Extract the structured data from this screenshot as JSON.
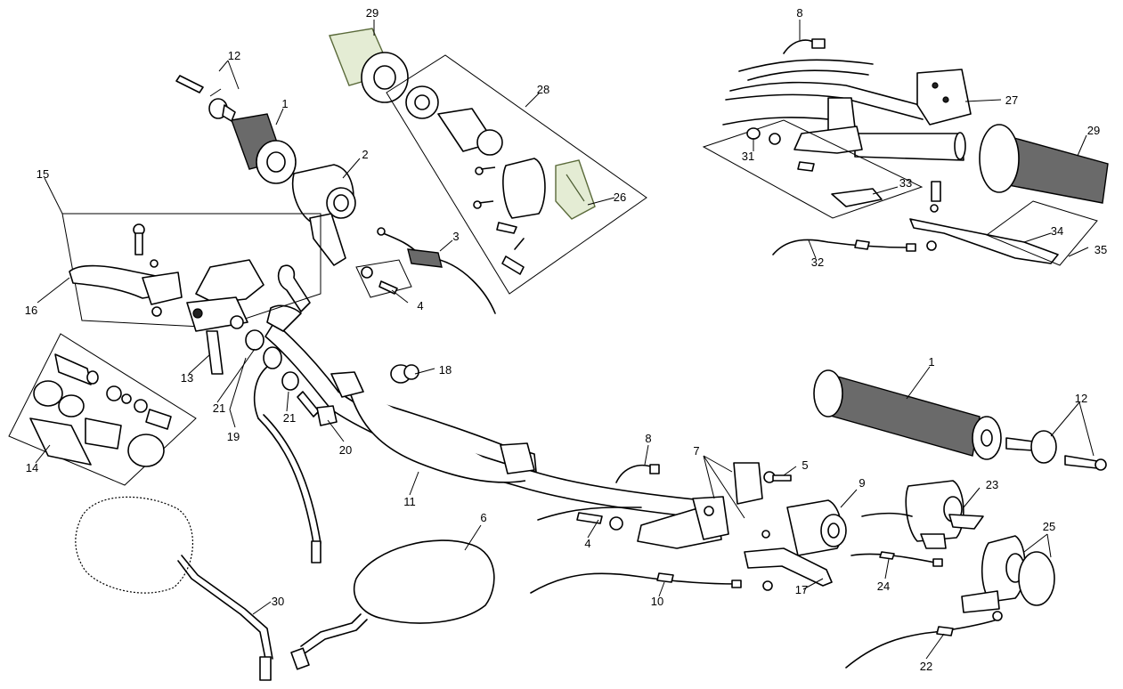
{
  "callouts": [
    {
      "id": "c1a",
      "text": "1"
    },
    {
      "id": "c2",
      "text": "2"
    },
    {
      "id": "c3",
      "text": "3"
    },
    {
      "id": "c4a",
      "text": "4"
    },
    {
      "id": "c12a",
      "text": "12"
    },
    {
      "id": "c13",
      "text": "13"
    },
    {
      "id": "c14",
      "text": "14"
    },
    {
      "id": "c15",
      "text": "15"
    },
    {
      "id": "c16",
      "text": "16"
    },
    {
      "id": "c18",
      "text": "18"
    },
    {
      "id": "c19",
      "text": "19"
    },
    {
      "id": "c20",
      "text": "20"
    },
    {
      "id": "c21a",
      "text": "21"
    },
    {
      "id": "c21b",
      "text": "21"
    },
    {
      "id": "c26",
      "text": "26"
    },
    {
      "id": "c28",
      "text": "28"
    },
    {
      "id": "c29a",
      "text": "29"
    },
    {
      "id": "c8a",
      "text": "8"
    },
    {
      "id": "c27",
      "text": "27"
    },
    {
      "id": "c29b",
      "text": "29"
    },
    {
      "id": "c31",
      "text": "31"
    },
    {
      "id": "c33",
      "text": "33"
    },
    {
      "id": "c34",
      "text": "34"
    },
    {
      "id": "c35",
      "text": "35"
    },
    {
      "id": "c32",
      "text": "32"
    },
    {
      "id": "c1b",
      "text": "1"
    },
    {
      "id": "c12b",
      "text": "12"
    },
    {
      "id": "c5",
      "text": "5"
    },
    {
      "id": "c7",
      "text": "7"
    },
    {
      "id": "c8b",
      "text": "8"
    },
    {
      "id": "c9",
      "text": "9"
    },
    {
      "id": "c4b",
      "text": "4"
    },
    {
      "id": "c6",
      "text": "6"
    },
    {
      "id": "c10",
      "text": "10"
    },
    {
      "id": "c11",
      "text": "11"
    },
    {
      "id": "c17",
      "text": "17"
    },
    {
      "id": "c22",
      "text": "22"
    },
    {
      "id": "c23",
      "text": "23"
    },
    {
      "id": "c24",
      "text": "24"
    },
    {
      "id": "c25",
      "text": "25"
    },
    {
      "id": "c30",
      "text": "30"
    }
  ]
}
